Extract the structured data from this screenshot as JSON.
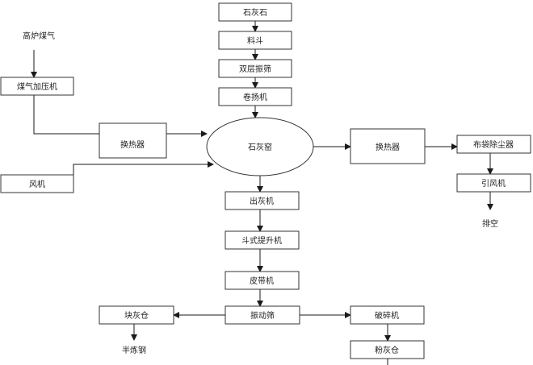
{
  "nodes": {
    "limestone": "石灰石",
    "hopper": "料斗",
    "double_screen": "双层振筛",
    "hoist_top": "卷扬机",
    "kiln": "石灰窑",
    "blast_gas": "高炉煤气",
    "gas_pressurizer": "煤气加压机",
    "heat_exchanger_left": "换热器",
    "fan": "风机",
    "heat_exchanger_right": "换热器",
    "bag_filter": "布袋除尘器",
    "induced_fan": "引风机",
    "exhaust": "排空",
    "discharger": "出灰机",
    "bucket_elevator": "斗式提升机",
    "belt_conveyor": "皮带机",
    "vibrating_screen": "振动筛",
    "lump_bin": "块灰仓",
    "steelmaking": "半炼钢",
    "crusher": "破碎机",
    "powder_bin": "粉灰仓"
  }
}
